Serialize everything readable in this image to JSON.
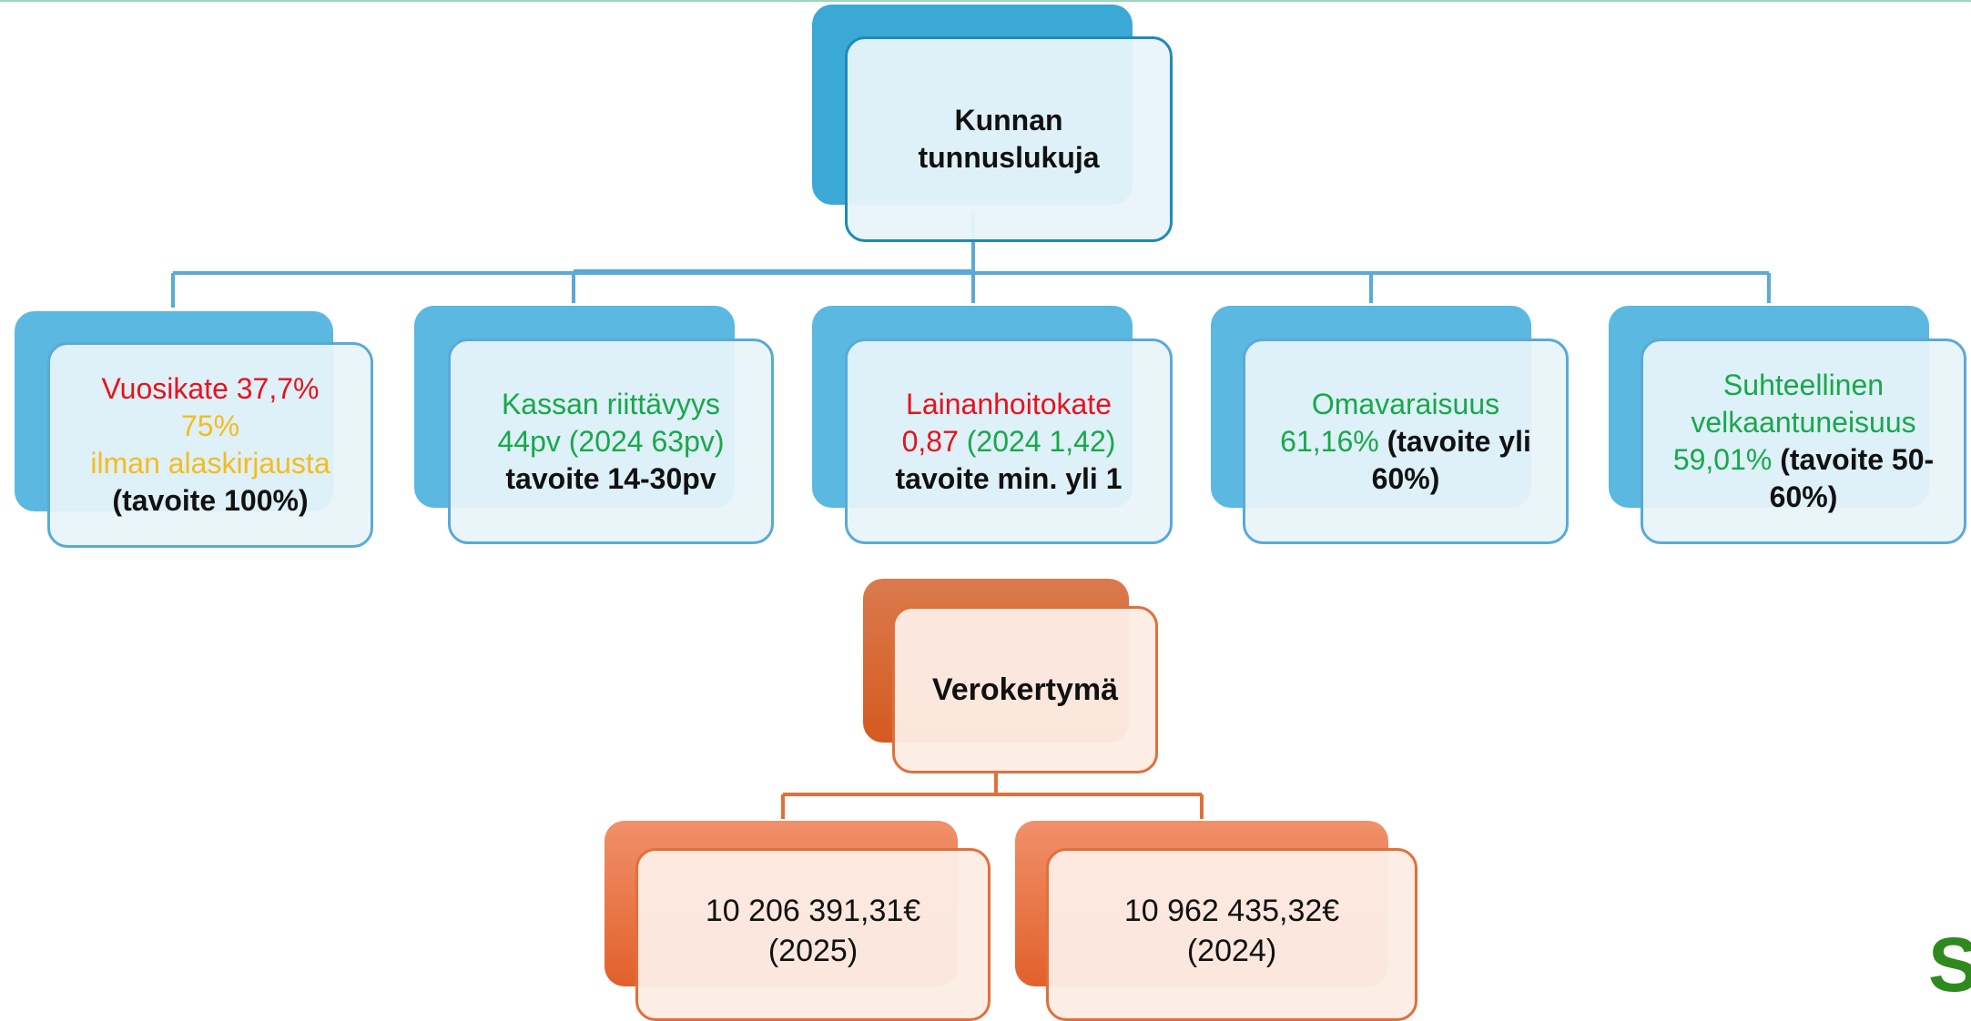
{
  "top_node": {
    "line1": "Kunnan",
    "line2": "tunnuslukuja"
  },
  "metrics": [
    {
      "parts": [
        {
          "text": "Vuosikate 37,7%",
          "tone": "red",
          "br": true
        },
        {
          "text": "75%",
          "tone": "yellow",
          "br": true
        },
        {
          "text": "ilman alaskirjausta",
          "tone": "yellow",
          "br": true
        },
        {
          "text": "(tavoite 100%)",
          "tone": "bold",
          "br": false
        }
      ]
    },
    {
      "parts": [
        {
          "text": "Kassan riittävyys",
          "tone": "green",
          "br": true
        },
        {
          "text": "44pv (2024 63pv)",
          "tone": "green",
          "br": true
        },
        {
          "text": "tavoite 14-30pv",
          "tone": "bold",
          "br": false
        }
      ]
    },
    {
      "parts": [
        {
          "text": "Lainanhoitokate",
          "tone": "red",
          "br": true
        },
        {
          "text": "0,87 ",
          "tone": "red",
          "br": false
        },
        {
          "text": "(2024 1,42)",
          "tone": "green",
          "br": true
        },
        {
          "text": "tavoite min. yli 1",
          "tone": "bold",
          "br": false
        }
      ]
    },
    {
      "parts": [
        {
          "text": "Omavaraisuus",
          "tone": "green",
          "br": true
        },
        {
          "text": "61,16% ",
          "tone": "green",
          "br": false
        },
        {
          "text": "(tavoite yli",
          "tone": "bold",
          "br": true
        },
        {
          "text": "60%)",
          "tone": "bold",
          "br": false
        }
      ]
    },
    {
      "parts": [
        {
          "text": "Suhteellinen",
          "tone": "green",
          "br": true
        },
        {
          "text": "velkaantuneisuus",
          "tone": "green",
          "br": true
        },
        {
          "text": "59,01% ",
          "tone": "green",
          "br": false
        },
        {
          "text": "(tavoite 50-",
          "tone": "bold",
          "br": true
        },
        {
          "text": "60%)",
          "tone": "bold",
          "br": false
        }
      ]
    }
  ],
  "tax_node": {
    "label": "Verokertymä"
  },
  "tax_values": [
    {
      "amount": "10 206 391,31€",
      "year": "(2025)"
    },
    {
      "amount": "10 962 435,32€",
      "year": "(2024)"
    }
  ],
  "logo": {
    "text": "SIE"
  },
  "colors": {
    "blue_accent": "#5bb8e0",
    "orange_accent": "#e2602a",
    "red": "#e8121c",
    "green": "#17a84a",
    "yellow": "#f4bd1c"
  }
}
